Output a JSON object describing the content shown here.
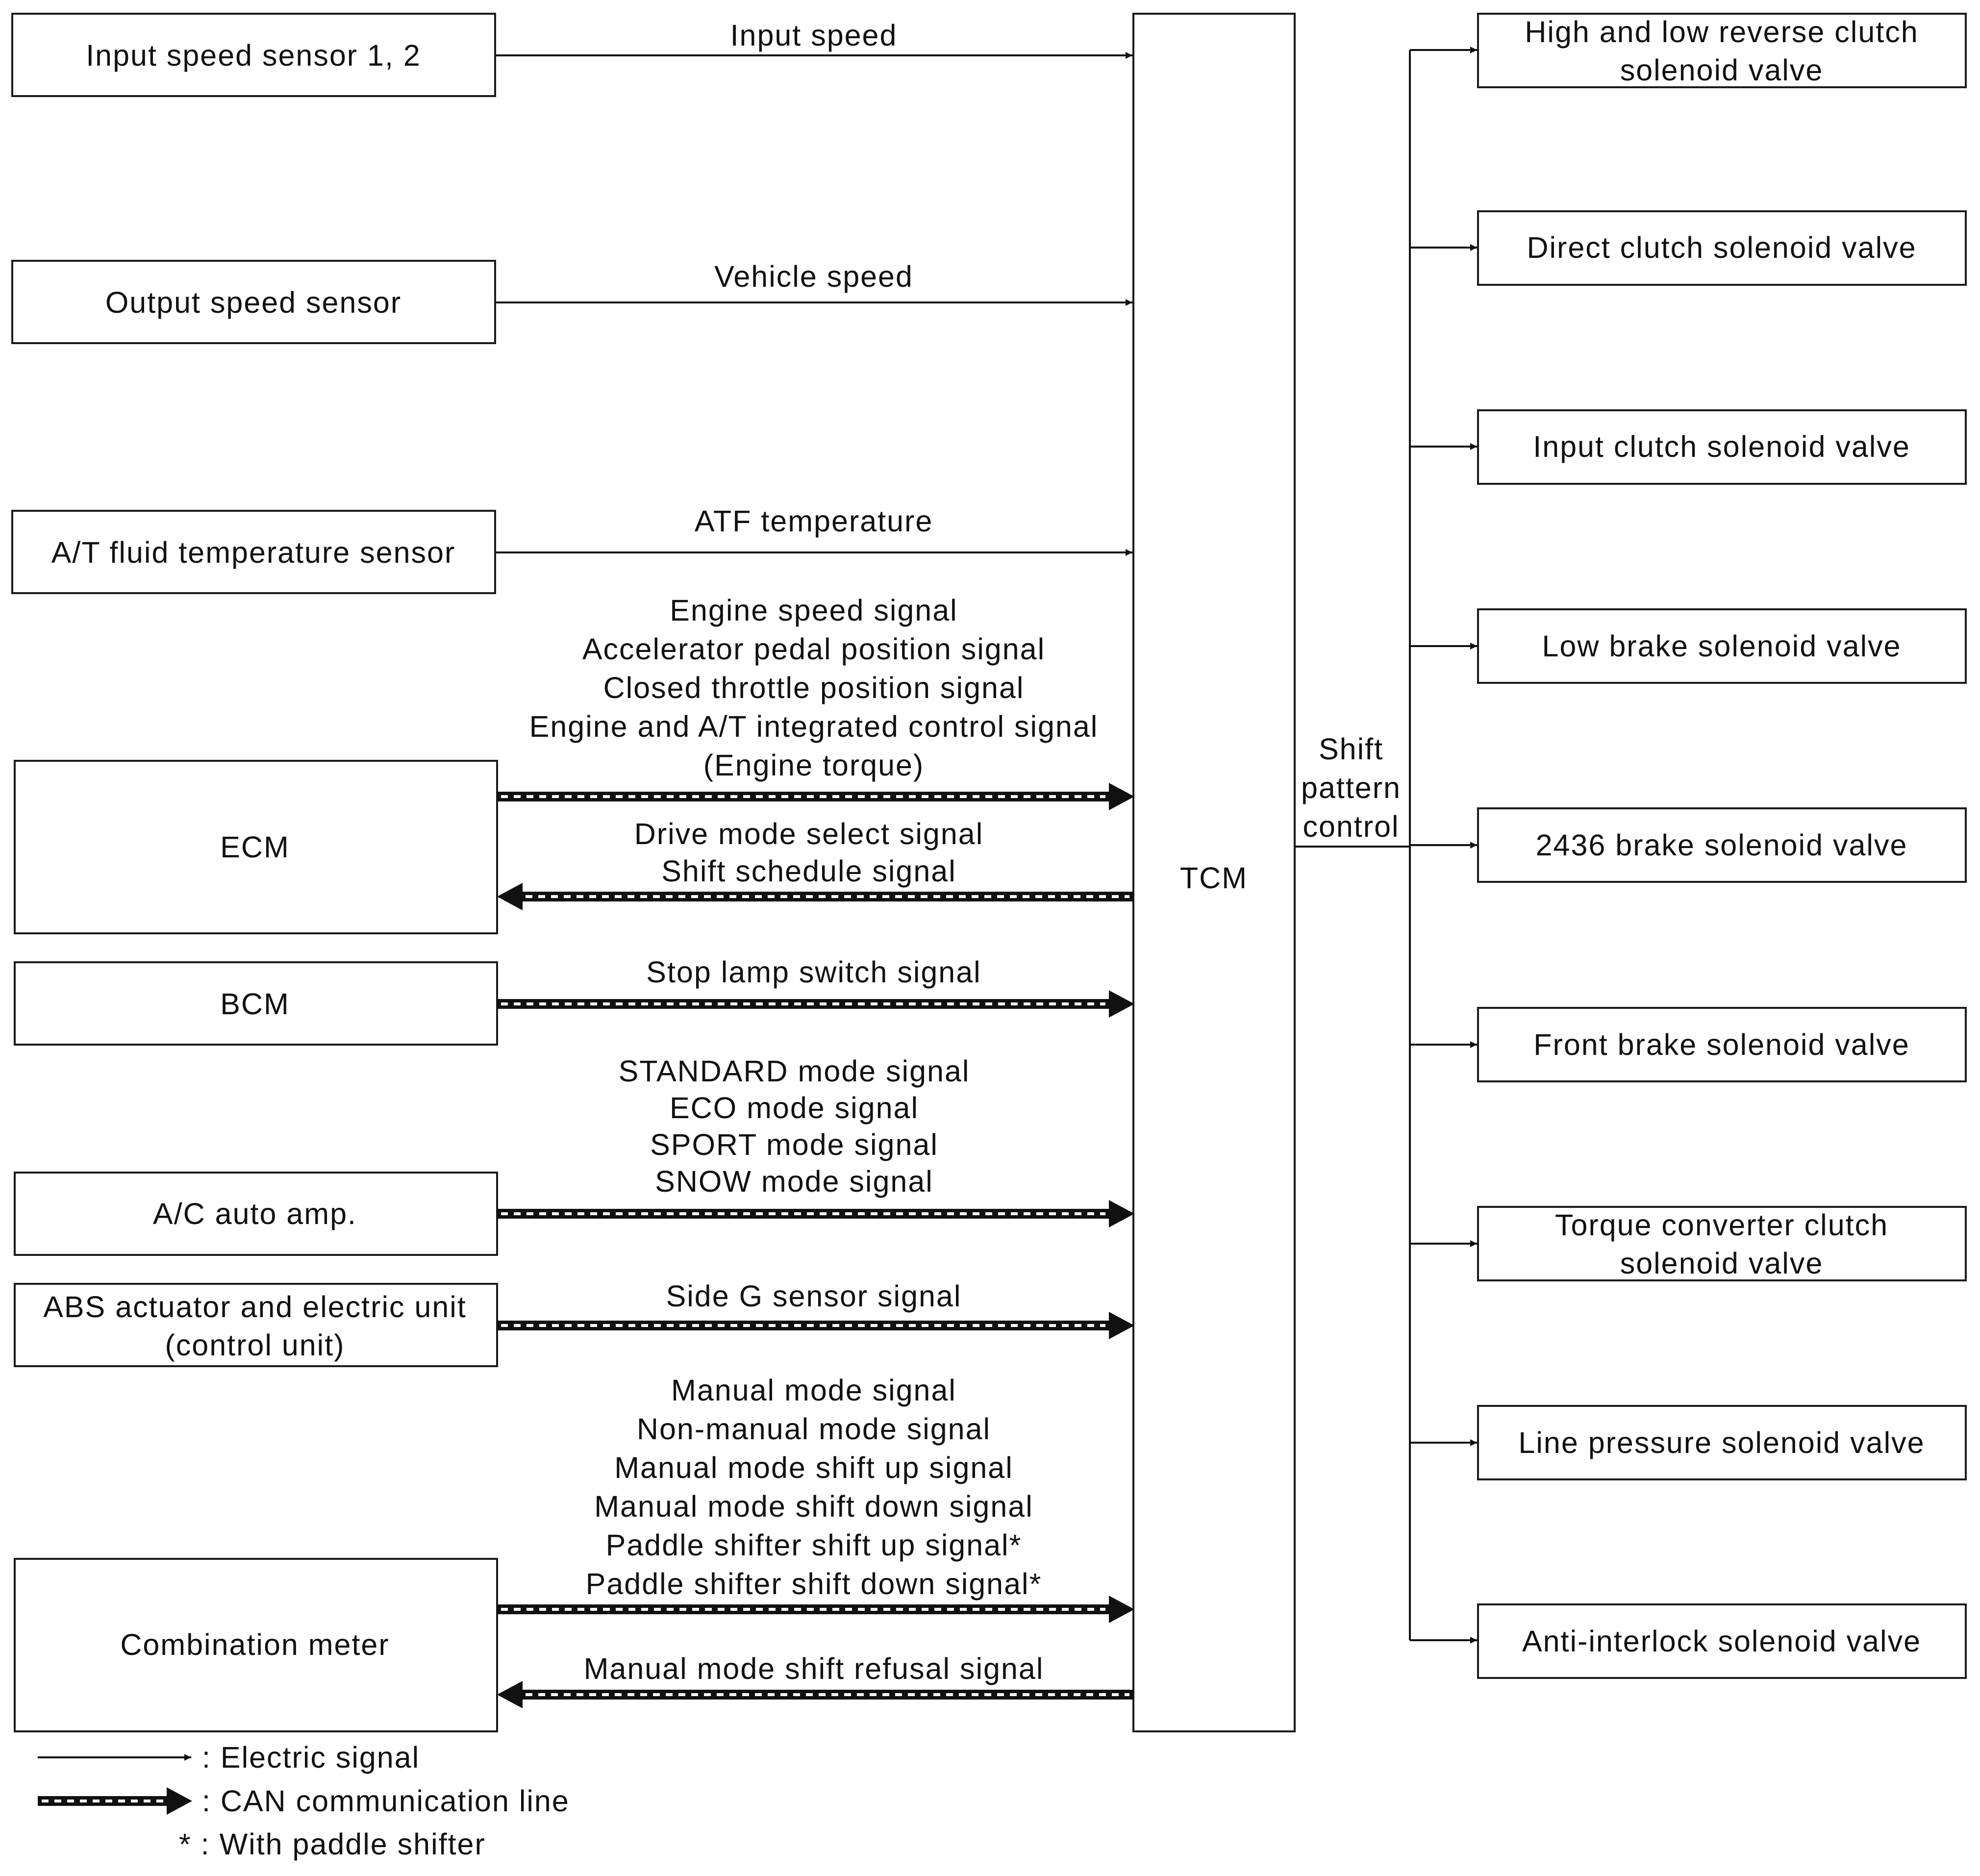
{
  "inputs": {
    "input_speed_sensor": "Input speed sensor 1, 2",
    "output_speed_sensor": "Output speed sensor",
    "atf_temp_sensor": "A/T fluid temperature sensor",
    "ecm": "ECM",
    "bcm": "BCM",
    "ac_auto_amp": "A/C auto amp.",
    "abs_unit": [
      "ABS actuator and electric unit",
      "(control unit)"
    ],
    "combination_meter": "Combination meter"
  },
  "signals": {
    "input_speed": "Input speed",
    "vehicle_speed": "Vehicle speed",
    "atf_temperature": "ATF temperature",
    "ecm_to_tcm": [
      "Engine speed signal",
      "Accelerator pedal position signal",
      "Closed throttle position signal",
      "Engine and A/T integrated control signal",
      "(Engine torque)"
    ],
    "tcm_to_ecm": [
      "Drive mode select signal",
      "Shift schedule signal"
    ],
    "bcm_to_tcm": "Stop lamp switch signal",
    "ac_to_tcm": [
      "STANDARD mode signal",
      "ECO mode signal",
      "SPORT mode signal",
      "SNOW mode signal"
    ],
    "abs_to_tcm": "Side G sensor signal",
    "meter_to_tcm": [
      "Manual mode signal",
      "Non-manual mode signal",
      "Manual mode shift up signal",
      "Manual mode shift down signal",
      "Paddle shifter shift up signal*",
      "Paddle shifter shift down signal*"
    ],
    "tcm_to_meter": "Manual mode shift refusal signal"
  },
  "tcm": {
    "label": "TCM",
    "output_label": [
      "Shift",
      "pattern",
      "control"
    ]
  },
  "outputs": [
    [
      "High and low reverse clutch",
      "solenoid valve"
    ],
    [
      "Direct clutch solenoid valve"
    ],
    [
      "Input clutch solenoid valve"
    ],
    [
      "Low brake solenoid valve"
    ],
    [
      "2436 brake solenoid valve"
    ],
    [
      "Front brake solenoid valve"
    ],
    [
      "Torque converter clutch",
      "solenoid valve"
    ],
    [
      "Line pressure solenoid valve"
    ],
    [
      "Anti-interlock solenoid valve"
    ]
  ],
  "legend": {
    "electric": ": Electric signal",
    "can": ": CAN communication line",
    "note": "* : With paddle shifter"
  }
}
